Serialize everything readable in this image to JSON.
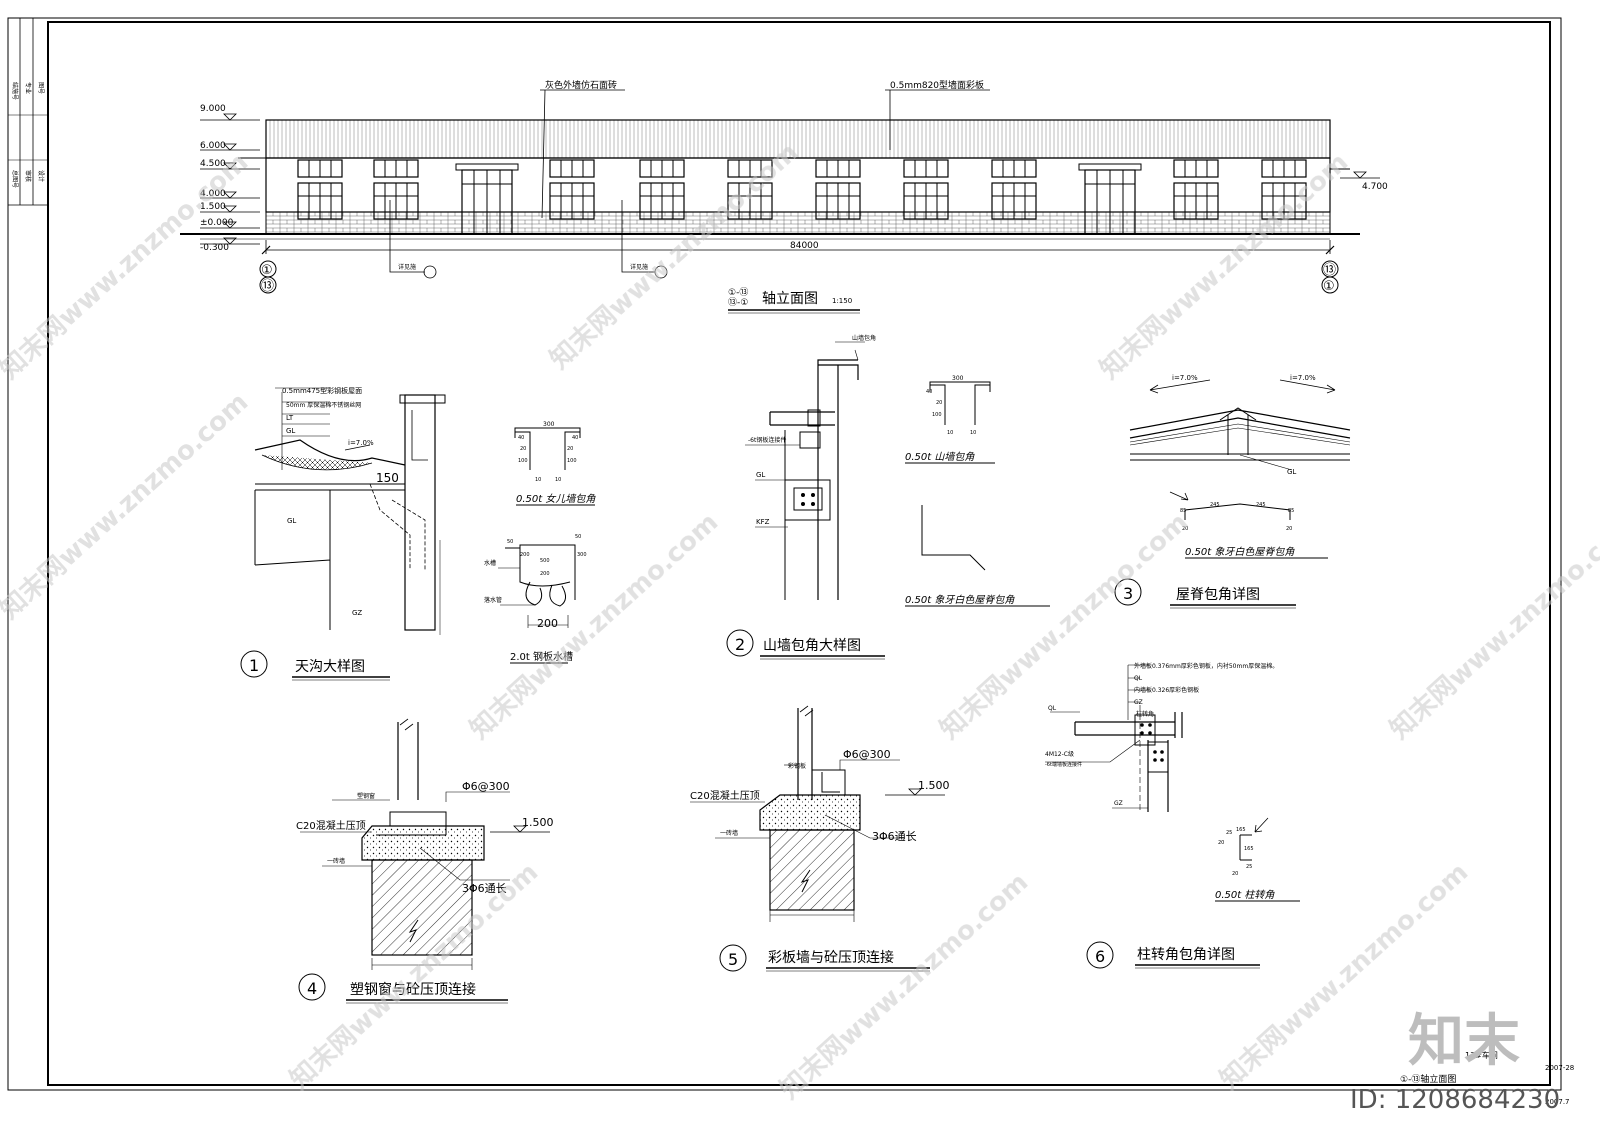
{
  "title_block": {
    "left_labels": [
      "结施号",
      "专业",
      "图号",
      "总图号",
      "项目",
      "审核",
      "设计"
    ]
  },
  "elevation": {
    "callouts": {
      "wall_finish": "灰色外墙仿石面砖",
      "roof_panel": "0.5mm820型墙面彩板"
    },
    "levels_left": [
      "9.000",
      "6.000",
      "4.500",
      "4.000",
      "1.500",
      "±0.000",
      "-0.300"
    ],
    "level_right": "4.700",
    "total_width": "84000",
    "axis_left_top": "①",
    "axis_left_bottom": "⑬",
    "axis_right_top": "⑬",
    "axis_right_bottom": "①",
    "leader_labels": [
      "详见施",
      "详见施"
    ],
    "title": "轴立面图",
    "title_axes_top": "①-⑬",
    "title_axes_bottom": "⑬-①",
    "scale": "1:150"
  },
  "detail1": {
    "labels": [
      "0.5mm475型彩钢板屋面",
      "50mm 厚保温棉不锈钢丝网",
      "LT",
      "GL"
    ],
    "slope": "i=7.0%",
    "dim_150": "150",
    "gl": "GL",
    "gz": "GZ",
    "parapet_caption": "0.50t 女儿墙包角",
    "parapet_dims": [
      "300",
      "40",
      "40",
      "20",
      "20",
      "100",
      "100",
      "10",
      "10"
    ],
    "gutter_caption": "2.0t 钢板水槽",
    "gutter_dims": [
      "50",
      "200",
      "500",
      "200",
      "300",
      "50"
    ],
    "gutter_labels": [
      "水槽",
      "落水管"
    ],
    "dim_200": "200",
    "number": "1",
    "title": "天沟大样图"
  },
  "detail2": {
    "labels": [
      "山墙包角",
      "-6t钢板连接件",
      "GL",
      "KFZ"
    ],
    "gable_caption": "0.50t 山墙包角",
    "gable_dims": [
      "300",
      "40",
      "20",
      "100",
      "10",
      "10"
    ],
    "ridge_caption": "0.50t 象牙白色屋脊包角",
    "number": "2",
    "title": "山墙包角大样图"
  },
  "detail3": {
    "slope_left": "i=7.0%",
    "slope_right": "i=7.0%",
    "gl": "GL",
    "dims": [
      "85",
      "245",
      "245",
      "85",
      "20",
      "20"
    ],
    "caption": "0.50t 象牙白色屋脊包角",
    "number": "3",
    "title": "屋脊包角详图"
  },
  "detail4": {
    "labels": [
      "塑钢窗",
      "C20混凝土压顶",
      "一砖墙"
    ],
    "rebar": "Φ6@300",
    "level": "1.500",
    "long_bars": "3Φ6通长",
    "number": "4",
    "title": "塑钢窗与砼压顶连接"
  },
  "detail5": {
    "labels": [
      "彩钢板",
      "C20混凝土压顶",
      "一砖墙"
    ],
    "rebar": "Φ6@300",
    "level": "1.500",
    "long_bars": "3Φ6通长",
    "number": "5",
    "title": "彩板墙与砼压顶连接"
  },
  "detail6": {
    "labels": [
      "外墙板0.376mm厚彩色钢板，内衬50mm厚保温棉。",
      "QL",
      "内墙板0.326厚彩色钢板",
      "柱转角",
      "GZ",
      "QL",
      "4M12-C级",
      "-6t端墙板连接件",
      "GZ"
    ],
    "dims": [
      "25",
      "165",
      "165",
      "25",
      "20",
      "20"
    ],
    "caption": "0.50t 柱转角",
    "number": "6",
    "title": "柱转角包角详图"
  },
  "sheet_footer": {
    "project": "13#车间",
    "drawing_no": "2007-28",
    "title_ref": "①-⑬轴立面图",
    "date": "2007.7"
  },
  "watermark": {
    "site": "知末网www.znzmo.com",
    "brand": "知末",
    "id": "ID: 1208684230"
  }
}
